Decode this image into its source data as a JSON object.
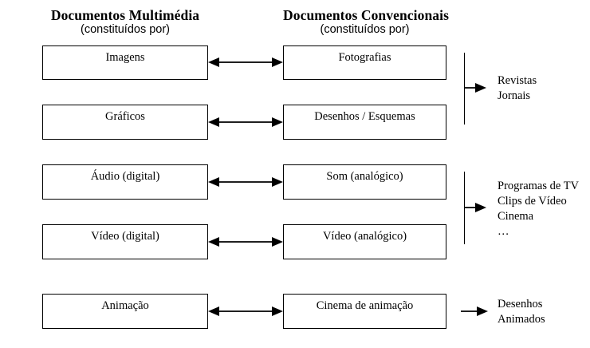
{
  "diagram": {
    "columns": [
      {
        "title": "Documentos Multimédia",
        "subtitle": "(constituídos por)"
      },
      {
        "title": "Documentos Convencionais",
        "subtitle": "(constituídos por)"
      }
    ],
    "rows": [
      {
        "left": "Imagens",
        "right": "Fotografias"
      },
      {
        "left": "Gráficos",
        "right": "Desenhos / Esquemas"
      },
      {
        "left": "Áudio (digital)",
        "right": "Som (analógico)"
      },
      {
        "left": "Vídeo (digital)",
        "right": "Vídeo (analógico)"
      },
      {
        "left": "Animação",
        "right": "Cinema de animação"
      }
    ],
    "outcomes": [
      {
        "lines": [
          "Revistas",
          "Jornais"
        ]
      },
      {
        "lines": [
          "Programas de TV",
          "Clips de Vídeo",
          "Cinema",
          "…"
        ]
      },
      {
        "lines": [
          "Desenhos",
          "Animados"
        ]
      }
    ],
    "colors": {
      "background": "#ffffff",
      "stroke": "#000000",
      "text": "#000000"
    }
  }
}
